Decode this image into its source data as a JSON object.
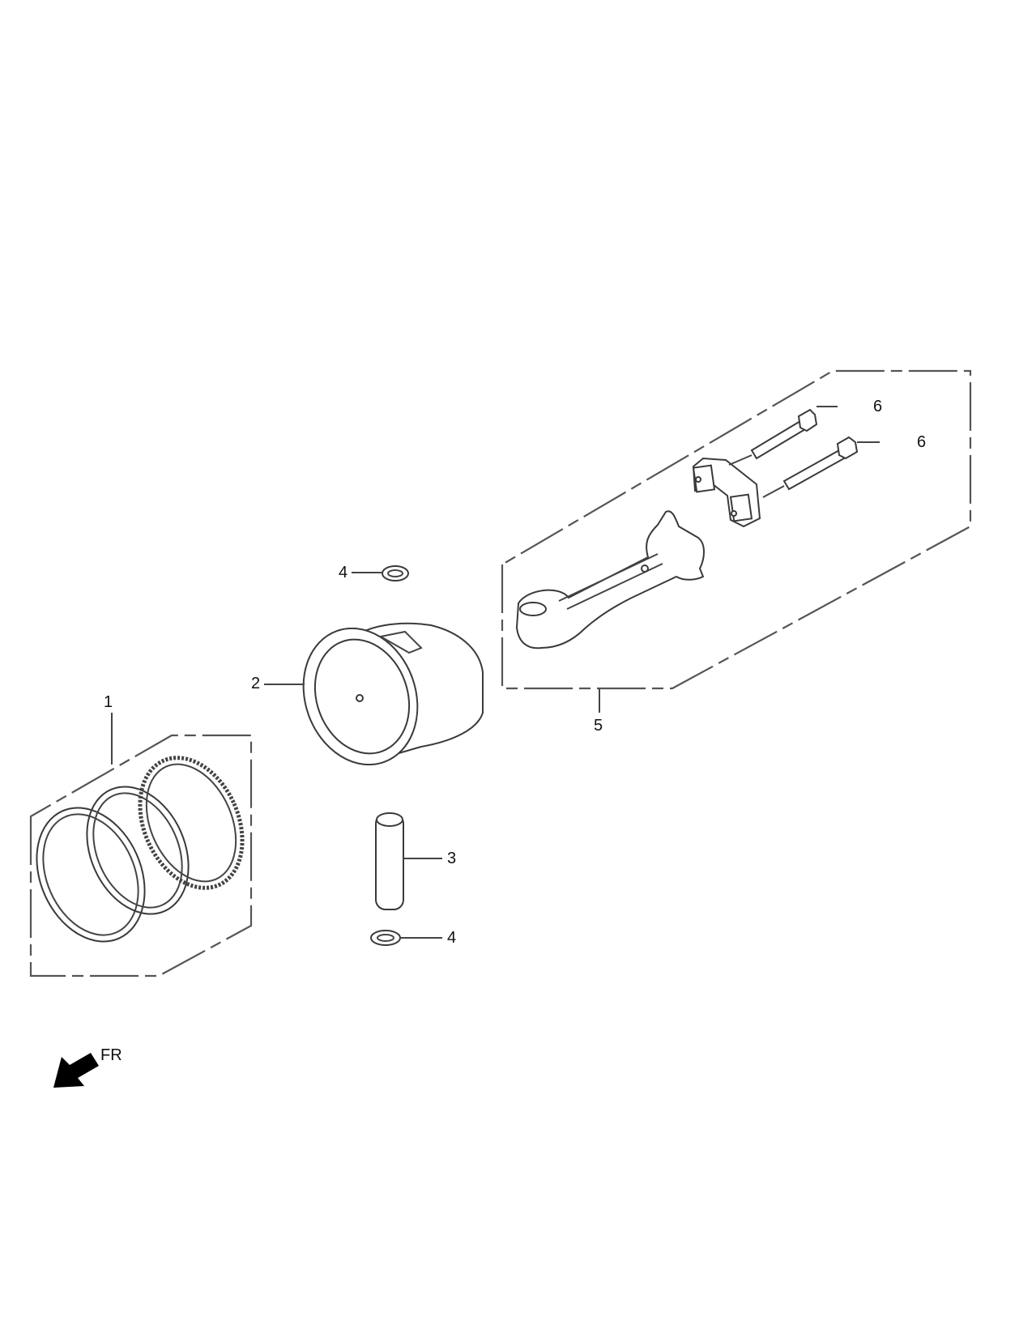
{
  "diagram": {
    "type": "exploded-parts-diagram",
    "subject": "piston / connecting rod assembly",
    "orientation_label": "FR",
    "orientation_icon": "front-direction-arrow-icon"
  },
  "callouts": [
    {
      "id": "c1",
      "number": "1",
      "part": "piston-ring-set"
    },
    {
      "id": "c2",
      "number": "2",
      "part": "piston"
    },
    {
      "id": "c3",
      "number": "3",
      "part": "piston-pin"
    },
    {
      "id": "c4a",
      "number": "4",
      "part": "piston-pin-clip-upper"
    },
    {
      "id": "c4b",
      "number": "4",
      "part": "piston-pin-clip-lower"
    },
    {
      "id": "c5",
      "number": "5",
      "part": "connecting-rod-assembly"
    },
    {
      "id": "c6a",
      "number": "6",
      "part": "connecting-rod-bolt-upper"
    },
    {
      "id": "c6b",
      "number": "6",
      "part": "connecting-rod-bolt-lower"
    }
  ],
  "labels": {
    "c1": "1",
    "c2": "2",
    "c3": "3",
    "c4a": "4",
    "c4b": "4",
    "c5": "5",
    "c6a": "6",
    "c6b": "6",
    "fr": "FR"
  },
  "colors": {
    "background": "#ffffff",
    "line": "#3a3a3a",
    "arrow": "#000000"
  }
}
